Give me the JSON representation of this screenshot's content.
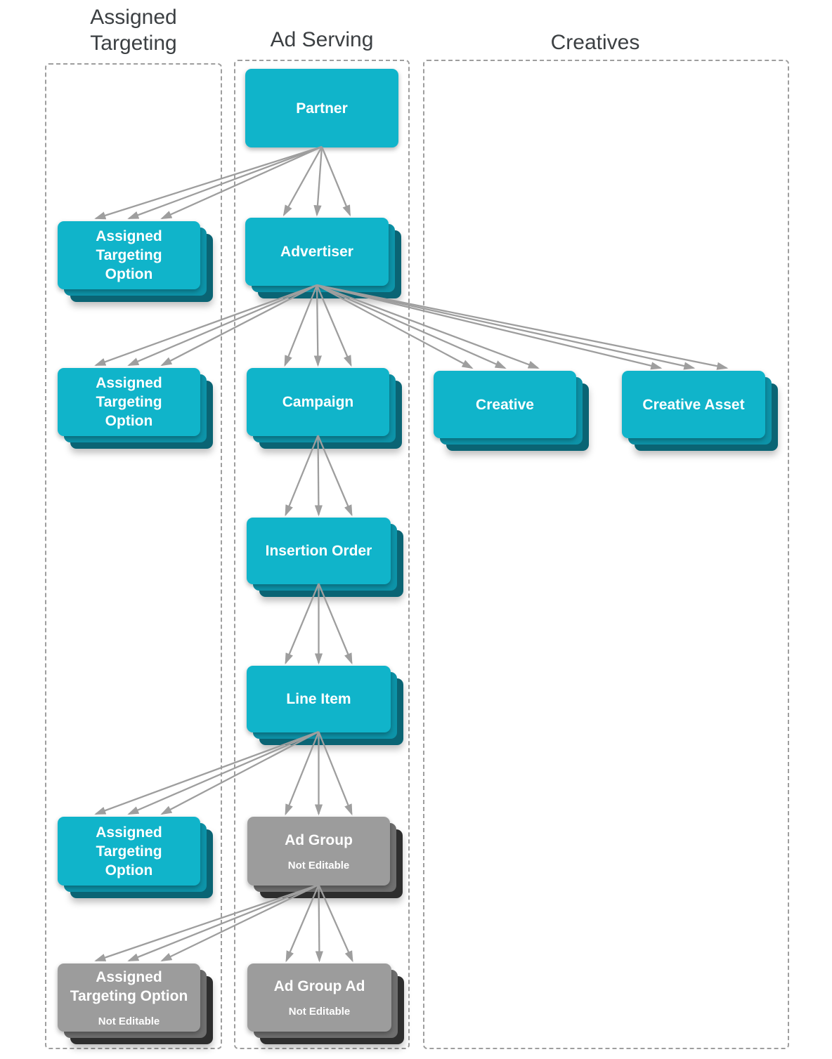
{
  "notation": {
    "arrows_per_relationship": 3
  },
  "columns": [
    {
      "id": "assigned_targeting",
      "label": "Assigned Targeting"
    },
    {
      "id": "ad_serving",
      "label": "Ad Serving"
    },
    {
      "id": "creatives",
      "label": "Creatives"
    }
  ],
  "nodes": [
    {
      "id": "partner",
      "column": "ad_serving",
      "lines": [
        "Partner"
      ],
      "variant": "teal",
      "stacked": false
    },
    {
      "id": "ato1",
      "column": "assigned_targeting",
      "lines": [
        "Assigned",
        "Targeting",
        "Option"
      ],
      "variant": "teal",
      "stacked": true
    },
    {
      "id": "advertiser",
      "column": "ad_serving",
      "lines": [
        "Advertiser"
      ],
      "variant": "teal",
      "stacked": true
    },
    {
      "id": "ato2",
      "column": "assigned_targeting",
      "lines": [
        "Assigned",
        "Targeting",
        "Option"
      ],
      "variant": "teal",
      "stacked": true
    },
    {
      "id": "campaign",
      "column": "ad_serving",
      "lines": [
        "Campaign"
      ],
      "variant": "teal",
      "stacked": true
    },
    {
      "id": "creative",
      "column": "creatives",
      "lines": [
        "Creative"
      ],
      "variant": "teal",
      "stacked": true
    },
    {
      "id": "creative_asset",
      "column": "creatives",
      "lines": [
        "Creative Asset"
      ],
      "variant": "teal",
      "stacked": true
    },
    {
      "id": "insertion_order",
      "column": "ad_serving",
      "lines": [
        "Insertion Order"
      ],
      "variant": "teal",
      "stacked": true
    },
    {
      "id": "line_item",
      "column": "ad_serving",
      "lines": [
        "Line Item"
      ],
      "variant": "teal",
      "stacked": true
    },
    {
      "id": "ato3",
      "column": "assigned_targeting",
      "lines": [
        "Assigned",
        "Targeting",
        "Option"
      ],
      "variant": "teal",
      "stacked": true
    },
    {
      "id": "ad_group",
      "column": "ad_serving",
      "lines": [
        "Ad Group"
      ],
      "sublabel": "Not Editable",
      "variant": "gray",
      "stacked": true
    },
    {
      "id": "ato4",
      "column": "assigned_targeting",
      "lines": [
        "Assigned",
        "Targeting Option"
      ],
      "sublabel": "Not Editable",
      "variant": "gray",
      "stacked": true
    },
    {
      "id": "ad_group_ad",
      "column": "ad_serving",
      "lines": [
        "Ad Group Ad"
      ],
      "sublabel": "Not Editable",
      "variant": "gray",
      "stacked": true
    }
  ],
  "edges": [
    {
      "from": "partner",
      "to": "ato1"
    },
    {
      "from": "partner",
      "to": "advertiser"
    },
    {
      "from": "advertiser",
      "to": "ato2"
    },
    {
      "from": "advertiser",
      "to": "campaign"
    },
    {
      "from": "advertiser",
      "to": "creative"
    },
    {
      "from": "advertiser",
      "to": "creative_asset"
    },
    {
      "from": "campaign",
      "to": "insertion_order"
    },
    {
      "from": "insertion_order",
      "to": "line_item"
    },
    {
      "from": "line_item",
      "to": "ato3"
    },
    {
      "from": "line_item",
      "to": "ad_group"
    },
    {
      "from": "ad_group",
      "to": "ato4"
    },
    {
      "from": "ad_group",
      "to": "ad_group_ad"
    }
  ],
  "colors": {
    "teal_front": "#10B4CA",
    "teal_mid": "#0D93A8",
    "teal_back": "#0A6474",
    "gray_front": "#9C9C9C",
    "gray_mid": "#6F6F6F",
    "gray_back": "#2E2E2E",
    "arrow": "#9E9E9E",
    "column_border": "#9E9E9E",
    "heading_text": "#3C4043",
    "node_text": "#FFFFFF",
    "background": "#FFFFFF"
  }
}
